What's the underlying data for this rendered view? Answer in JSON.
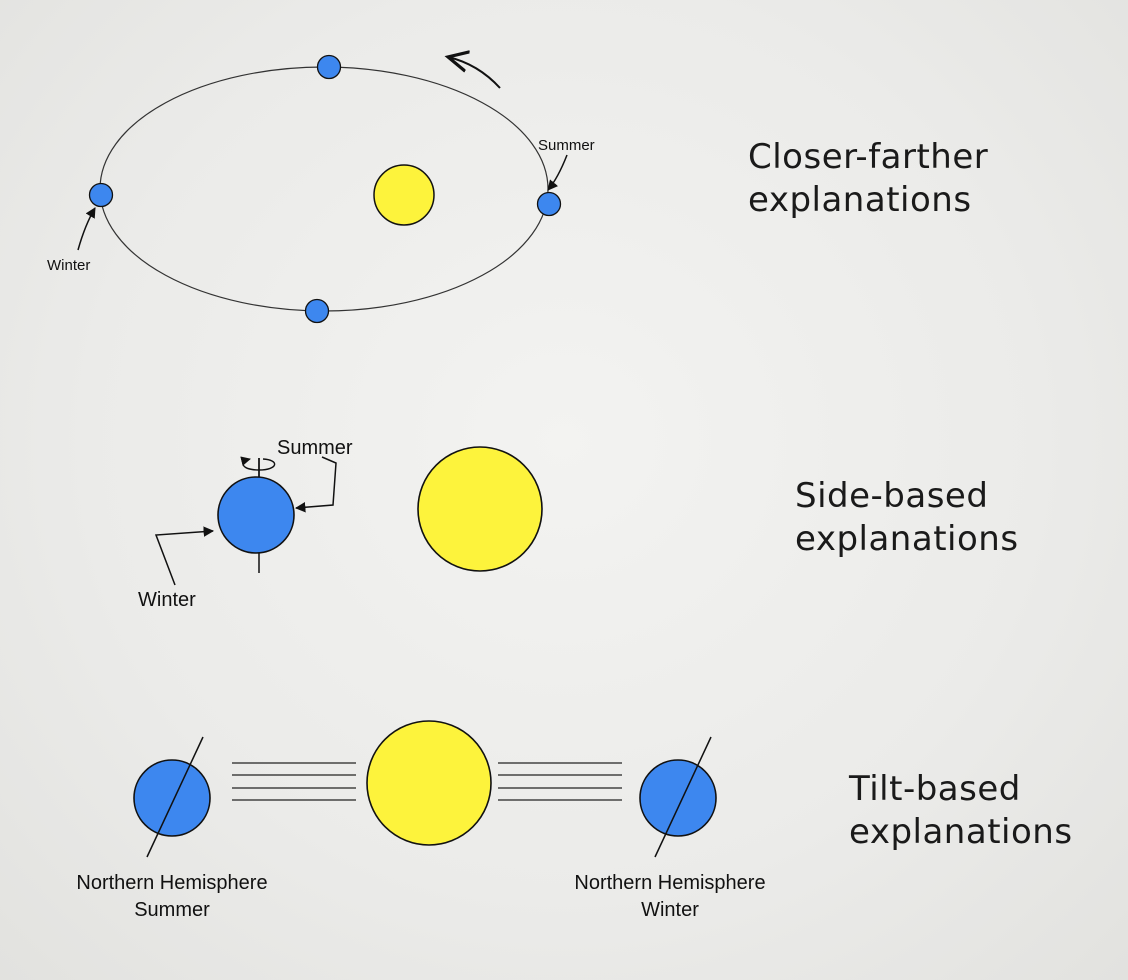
{
  "colors": {
    "earth": "#3d87ef",
    "sun": "#fdf33c",
    "stroke": "#111111",
    "background": "#ececea"
  },
  "sections": [
    {
      "heading": [
        "Closer-farther",
        "explanations"
      ],
      "labels": {
        "summer": "Summer",
        "winter": "Winter"
      }
    },
    {
      "heading": [
        "Side-based",
        "explanations"
      ],
      "labels": {
        "summer": "Summer",
        "winter": "Winter"
      }
    },
    {
      "heading": [
        "Tilt-based",
        "explanations"
      ],
      "labels": {
        "left_line1": "Northern Hemisphere",
        "left_line2": "Summer",
        "right_line1": "Northern Hemisphere",
        "right_line2": "Winter"
      }
    }
  ]
}
